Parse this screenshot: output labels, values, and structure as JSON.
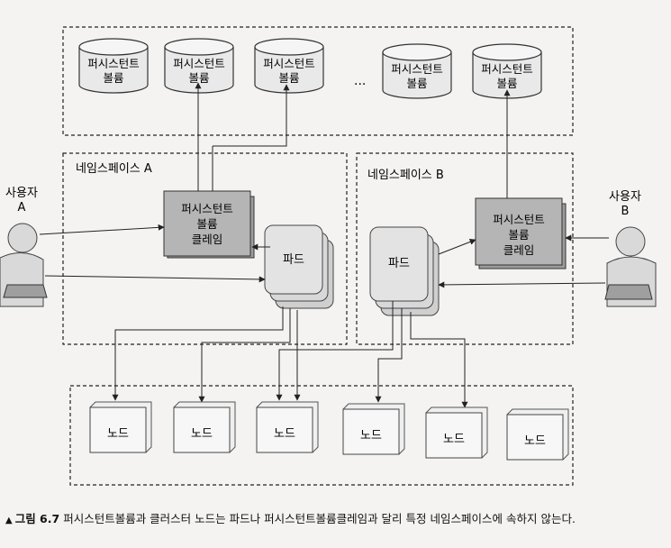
{
  "diagram": {
    "volume_label_line1": "퍼시스턴트",
    "volume_label_line2": "볼륨",
    "ellipsis": "...",
    "namespace_a_label": "네임스페이스 A",
    "namespace_b_label": "네임스페이스 B",
    "pvc_line1": "퍼시스턴트",
    "pvc_line2": "볼륨",
    "pvc_line3": "클레임",
    "pod_label": "파드",
    "node_label": "노드",
    "user_a_line1": "사용자",
    "user_a_line2": "A",
    "user_b_line1": "사용자",
    "user_b_line2": "B"
  },
  "caption": {
    "marker": "▲",
    "figure": "그림 6.7",
    "text": "퍼시스턴트볼륨과 클러스터 노드는 파드나 퍼시스턴트볼륨클레임과 달리 특정 네임스페이스에 속하지 않는다."
  }
}
